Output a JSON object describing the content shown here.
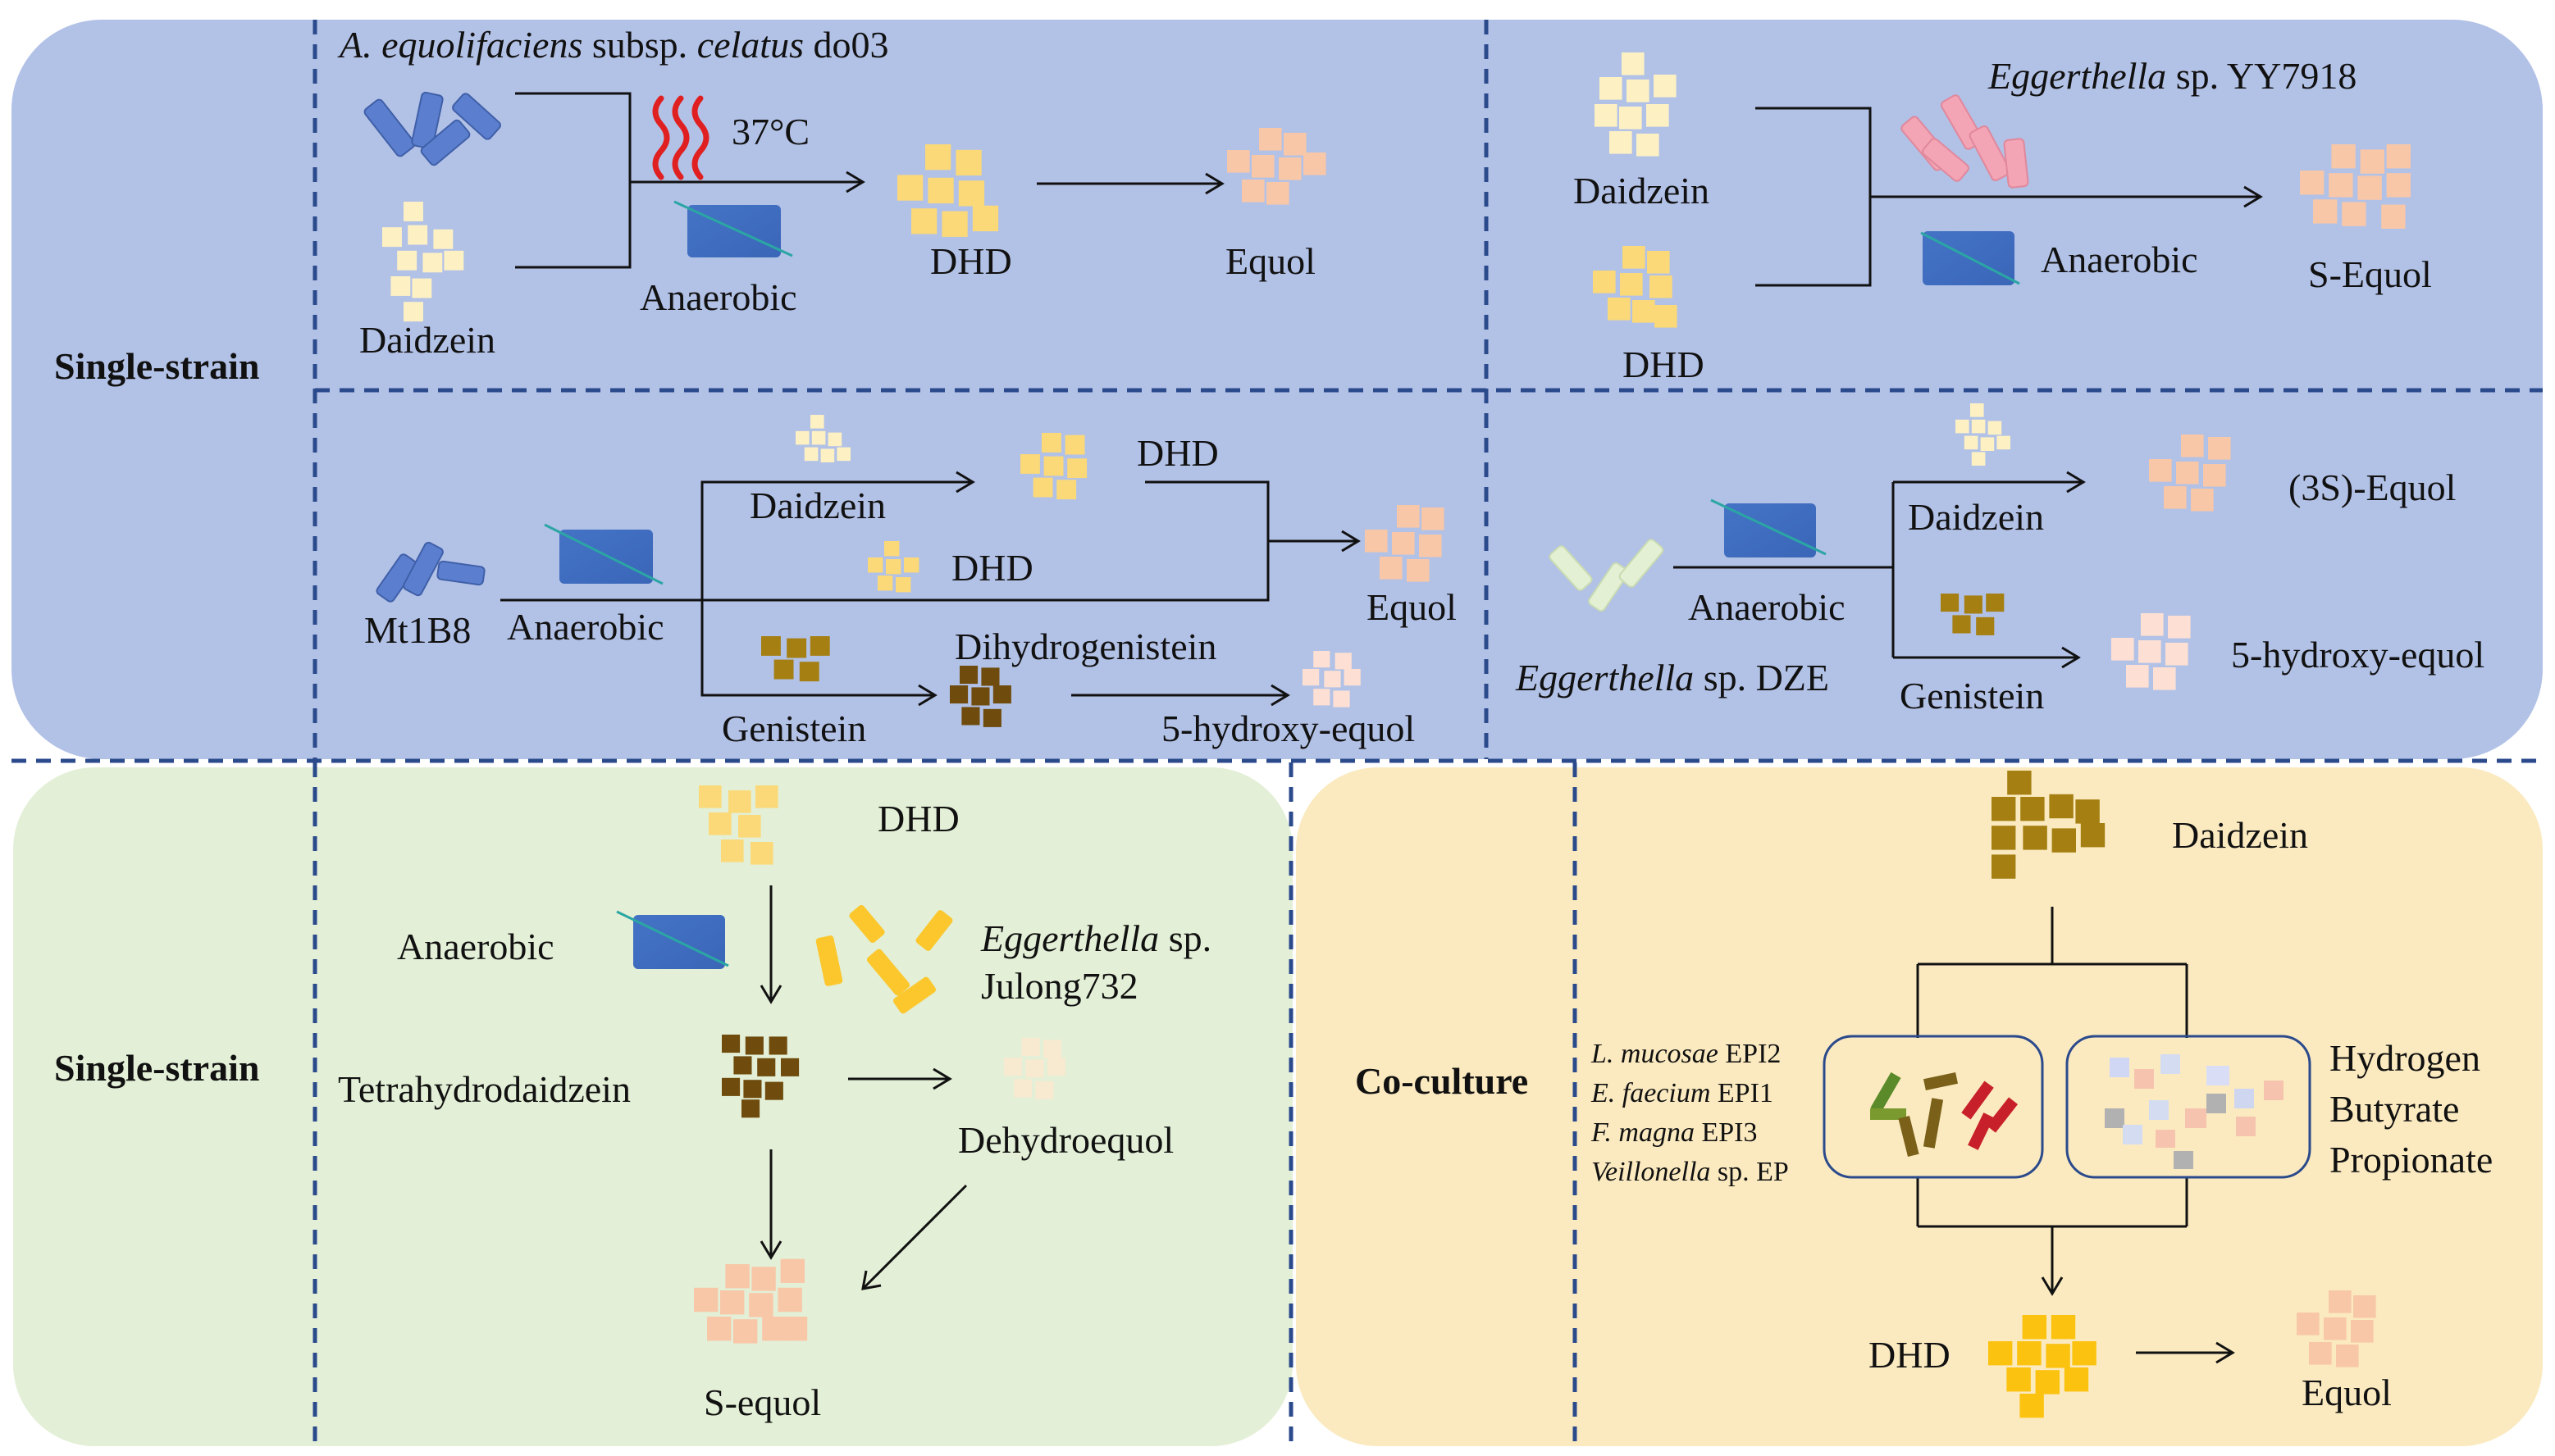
{
  "colors": {
    "blue_region": "#b2c1e6",
    "green_region": "#e3efd6",
    "yellow_region": "#fbeac0",
    "daidzein": "#fdf1c4",
    "dhd": "#fbd979",
    "dhd_bright": "#fbc20f",
    "equol": "#f8c7a8",
    "genistein": "#a57f12",
    "dihydrogenistein": "#6f4c0e",
    "hydroxy_equol": "#fde0d3",
    "dehydroequol": "#f7ead0",
    "anaerobic_box": "#4473c5",
    "strain_blue": "#5b7fce",
    "strain_pink": "#f3a4b5",
    "strain_pale_green": "#e4f0d3",
    "strain_yellow": "#fbc72d",
    "heat": "#e02020",
    "dashed_line": "#2b4a8c"
  },
  "side_labels": {
    "top": "Single-strain",
    "bottom_left": "Single-strain",
    "bottom_right": "Co-culture"
  },
  "panel1": {
    "strain": {
      "genus": "A. equolifaciens",
      "mid": " subsp. ",
      "species": "celatus",
      "tail": " do03"
    },
    "temperature": "37°C",
    "substrate": "Daidzein",
    "condition": "Anaerobic",
    "intermediate": "DHD",
    "product": "Equol"
  },
  "panel2": {
    "strain": {
      "genus": "Eggerthella",
      "tail": " sp. YY7918"
    },
    "substrate_1": "Daidzein",
    "substrate_2": "DHD",
    "condition": "Anaerobic",
    "product": "S-Equol"
  },
  "panel3": {
    "strain": "Mt1B8",
    "condition": "Anaerobic",
    "daidzein": "Daidzein",
    "dhd_top": "DHD",
    "dhd_mid": "DHD",
    "equol": "Equol",
    "genistein": "Genistein",
    "dihydrogenistein": "Dihydrogenistein",
    "hydroxy_equol": "5-hydroxy-equol"
  },
  "panel4": {
    "strain": {
      "genus": "Eggerthella",
      "tail": " sp. DZE"
    },
    "condition": "Anaerobic",
    "daidzein": "Daidzein",
    "equol": "(3S)-Equol",
    "genistein": "Genistein",
    "hydroxy_equol": "5-hydroxy-equol"
  },
  "panel5": {
    "substrate": "DHD",
    "condition": "Anaerobic",
    "strain": {
      "genus": "Eggerthella",
      "tail": " sp.",
      "line2": "Julong732"
    },
    "intermediate": "Tetrahydrodaidzein",
    "side_product": "Dehydroequol",
    "product": "S-equol"
  },
  "panel6": {
    "substrate": "Daidzein",
    "strains": [
      {
        "genus": "L. mucosae",
        "tail": " EPI2"
      },
      {
        "genus": "E. faecium",
        "tail": " EPI1"
      },
      {
        "genus": "F. magna",
        "tail": " EPI3"
      },
      {
        "genus": "Veillonella",
        "tail": " sp. EP"
      }
    ],
    "metabolites": [
      "Hydrogen",
      "Butyrate",
      "Propionate"
    ],
    "intermediate": "DHD",
    "product": "Equol"
  }
}
